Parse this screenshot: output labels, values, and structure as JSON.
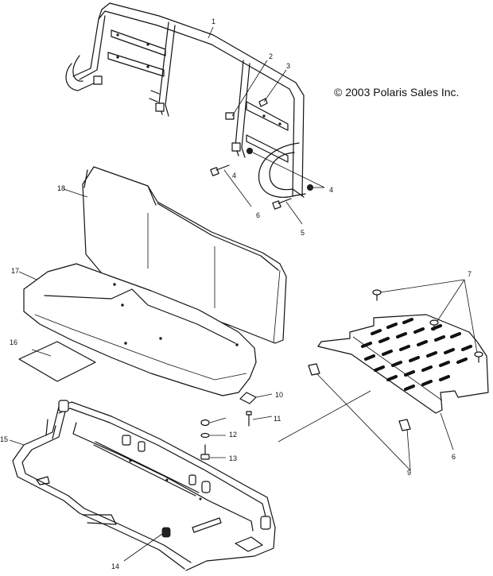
{
  "copyright": "© 2003 Polaris Sales Inc.",
  "callouts": {
    "c1": "1",
    "c2": "2",
    "c3": "3",
    "c4a": "4",
    "c4b": "4",
    "c5": "5",
    "c6a": "6",
    "c6b": "6",
    "c7": "7",
    "c9": "9",
    "c10": "10",
    "c11": "11",
    "c12": "12",
    "c13": "13",
    "c14": "14",
    "c15": "15",
    "c16": "16",
    "c17": "17",
    "c18": "18"
  }
}
